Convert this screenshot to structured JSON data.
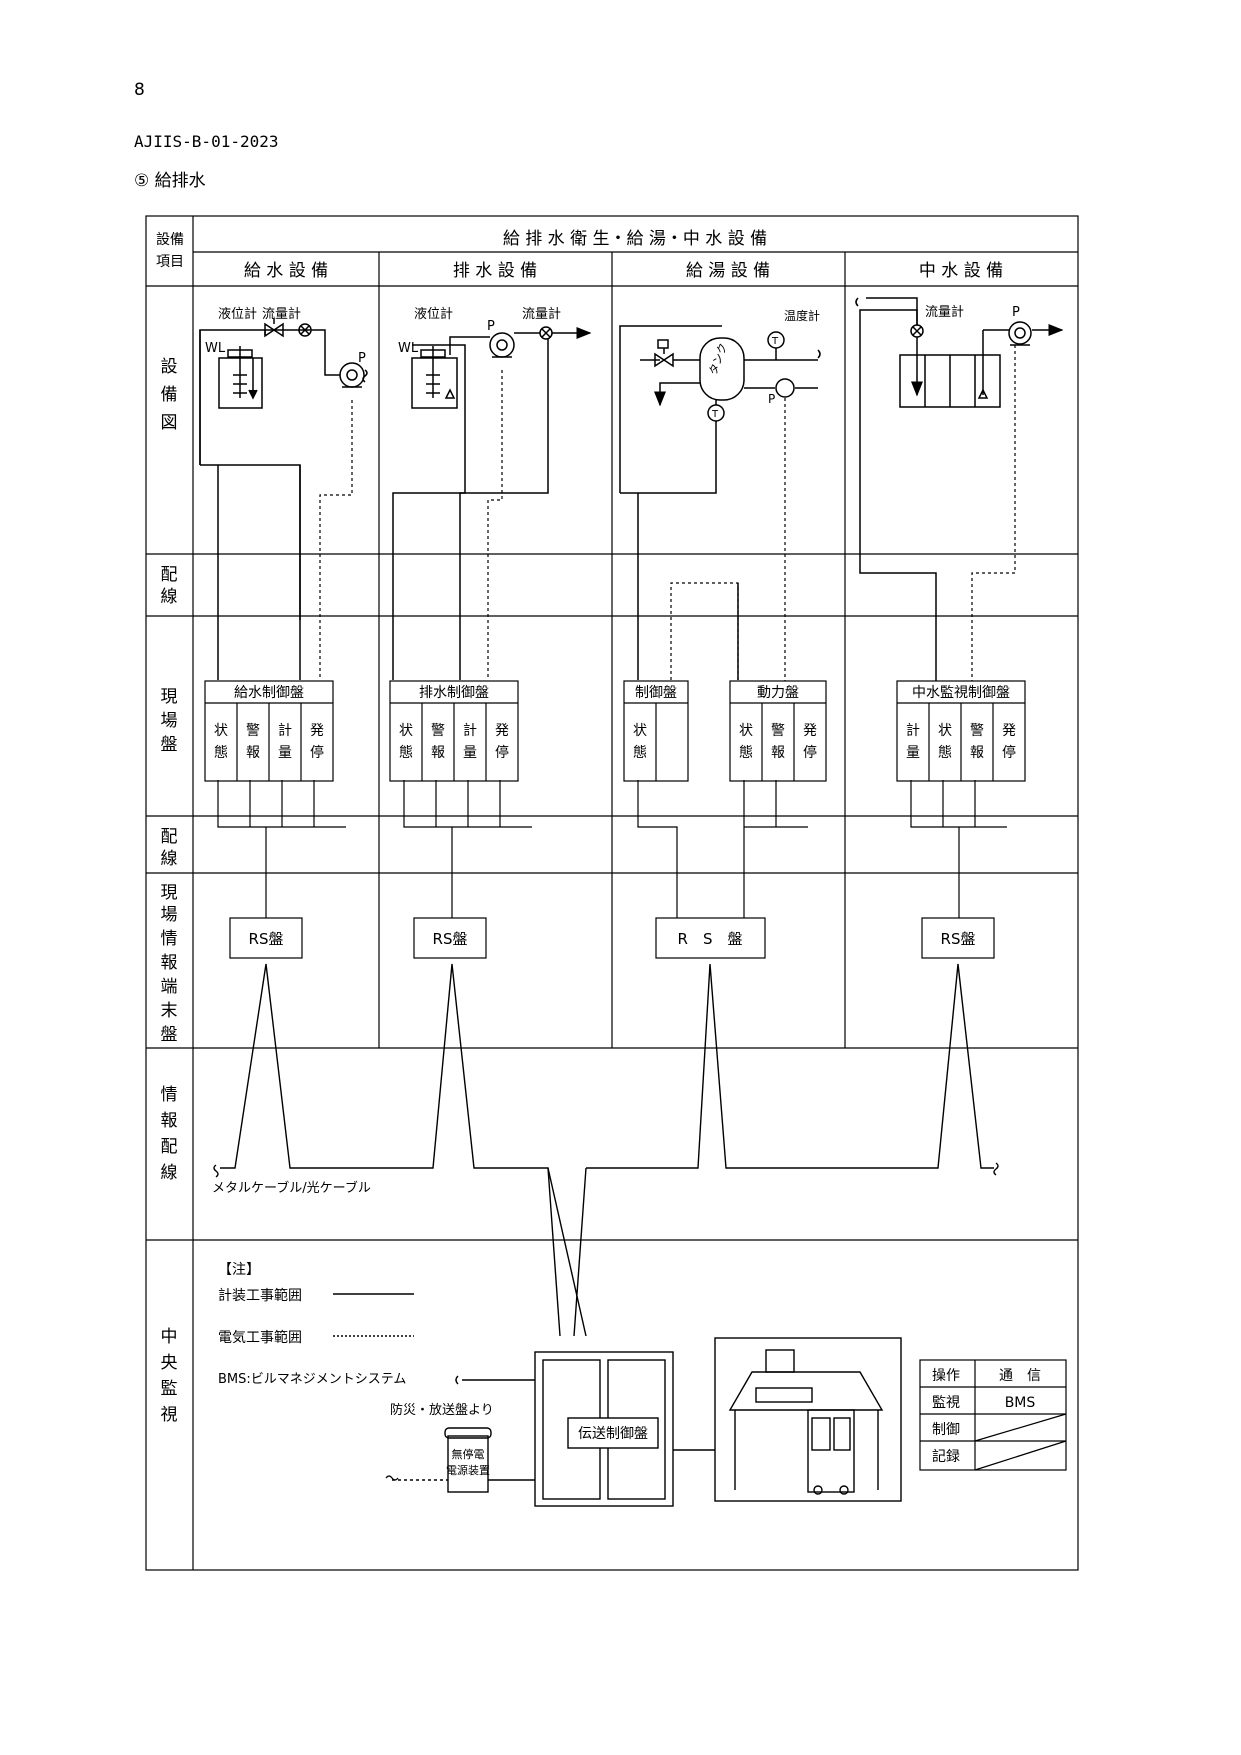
{
  "page_number": "8",
  "document_id": "AJIIS-B-01-2023",
  "section_title": "⑤ 給排水",
  "table": {
    "corner_label": [
      "設備",
      "項目"
    ],
    "main_header": "給 排 水 衛 生・給 湯・中 水 設 備",
    "columns": [
      "給 水 設 備",
      "排 水 設 備",
      "給 湯 設 備",
      "中 水 設 備"
    ],
    "row_labels": {
      "diagram": [
        "設",
        "備",
        "図"
      ],
      "wiring1": [
        "配",
        "線"
      ],
      "field_panel": [
        "現",
        "場",
        "盤"
      ],
      "wiring2": [
        "配",
        "線"
      ],
      "rs_panel": [
        "現",
        "場",
        "情",
        "報",
        "端",
        "末",
        "盤"
      ],
      "info_wiring": [
        "情",
        "報",
        "配",
        "線"
      ],
      "central": [
        "中",
        "央",
        "監",
        "視"
      ]
    }
  },
  "equipment": {
    "water_supply": {
      "level_meter": "液位計",
      "flow_meter": "流量計",
      "wl": "WL",
      "pump": "P"
    },
    "drainage": {
      "level_meter": "液位計",
      "flow_meter": "流量計",
      "wl": "WL",
      "pump": "P"
    },
    "hot_water": {
      "temp_meter": "温度計",
      "tank": "タンク",
      "pump": "P",
      "t_symbol": "T"
    },
    "gray_water": {
      "flow_meter": "流量計",
      "pump": "P"
    }
  },
  "panels": {
    "water_supply": {
      "title": "給水制御盤",
      "cells": [
        [
          "状",
          "態"
        ],
        [
          "警",
          "報"
        ],
        [
          "計",
          "量"
        ],
        [
          "発",
          "停"
        ]
      ]
    },
    "drainage": {
      "title": "排水制御盤",
      "cells": [
        [
          "状",
          "態"
        ],
        [
          "警",
          "報"
        ],
        [
          "計",
          "量"
        ],
        [
          "発",
          "停"
        ]
      ]
    },
    "hot_water_control": {
      "title": "制御盤",
      "cells": [
        [
          "状",
          "態"
        ]
      ]
    },
    "hot_water_power": {
      "title": "動力盤",
      "cells": [
        [
          "状",
          "態"
        ],
        [
          "警",
          "報"
        ],
        [
          "発",
          "停"
        ]
      ]
    },
    "gray_water": {
      "title": "中水監視制御盤",
      "cells": [
        [
          "計",
          "量"
        ],
        [
          "状",
          "態"
        ],
        [
          "警",
          "報"
        ],
        [
          "発",
          "停"
        ]
      ]
    }
  },
  "rs_panels": [
    "RS盤",
    "RS盤",
    "R　S　盤",
    "RS盤"
  ],
  "cable_label": "メタルケーブル/光ケーブル",
  "legend": {
    "title": "【注】",
    "instrument_work": "計装工事範囲",
    "electrical_work": "電気工事範囲",
    "bms_note": "BMS:ビルマネジメントシステム"
  },
  "central": {
    "disaster_input": "防災・放送盤より",
    "ups": [
      "無停電",
      "電源装置"
    ],
    "transmission_panel": "伝送制御盤"
  },
  "ops_table": [
    [
      "操作",
      "通　信"
    ],
    [
      "監視",
      "BMS"
    ],
    [
      "制御",
      ""
    ],
    [
      "記録",
      ""
    ]
  ]
}
